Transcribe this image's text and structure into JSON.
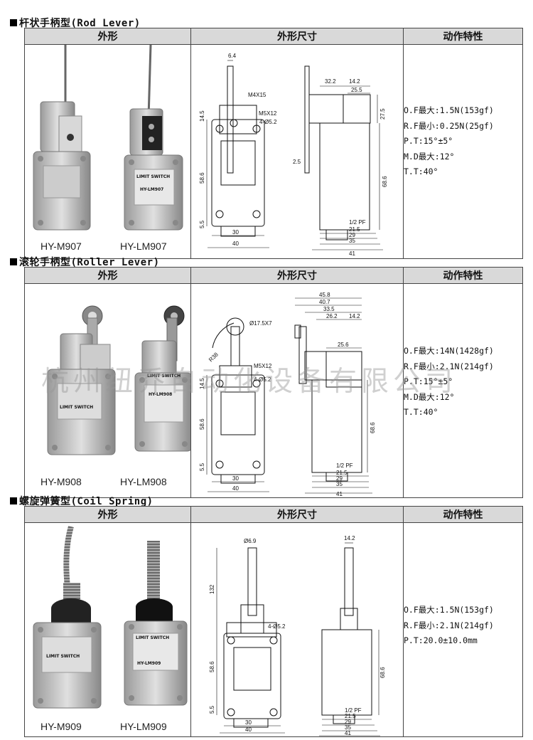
{
  "table_headers": {
    "appearance": "外形",
    "dimensions": "外形尺寸",
    "characteristics": "动作特性"
  },
  "sections": [
    {
      "title": "杆状手柄型(Rod Lever)",
      "products": [
        "HY-M907",
        "HY-LM907"
      ],
      "label_plate": "LIMIT SWITCH",
      "label_plate_model": "HY-LM907",
      "dims": {
        "d1": "6.4",
        "d2": "M4X15",
        "d3": "M5X12",
        "d4": "4-Ø5.2",
        "d5": "14.5",
        "d6": "58.6",
        "d7": "5.5",
        "d8": "30",
        "d9": "40",
        "s1": "32.2",
        "s2": "14.2",
        "s3": "25.5",
        "s4": "27.5",
        "s5": "2.5",
        "s6": "68.6",
        "s7": "1/2 PF",
        "s8": "21.5",
        "s9": "29",
        "s10": "35",
        "s11": "41"
      },
      "props": [
        "O.F最大:1.5N(153gf)",
        "R.F最小:0.25N(25gf)",
        "P.T:15°±5°",
        "M.D最大:12°",
        "T.T:40°"
      ]
    },
    {
      "title": "滚轮手柄型(Roller Lever)",
      "products": [
        "HY-M908",
        "HY-LM908"
      ],
      "label_plate": "LIMIT SWITCH",
      "label_plate_model": "HY-LM908",
      "dims": {
        "d1": "Ø17.5X7",
        "d2": "R38",
        "d3": "M5X12",
        "d4": "4-Ø5.2",
        "d5": "14.5",
        "d6": "58.6",
        "d7": "5.5",
        "d8": "30",
        "d9": "40",
        "s1": "45.8",
        "s2": "40.7",
        "s3": "33.5",
        "s4": "26.2",
        "s5": "14.2",
        "s6": "25.6",
        "s7": "68.6",
        "s8": "1/2 PF",
        "s9": "21.5",
        "s10": "29",
        "s11": "35",
        "s12": "41"
      },
      "props": [
        "O.F最大:14N(1428gf)",
        "R.F最小:2.1N(214gf)",
        "P.T:15°±5°",
        "M.D最大:12°",
        "T.T:40°"
      ]
    },
    {
      "title": "螺旋弹簧型(Coil Spring)",
      "products": [
        "HY-M909",
        "HY-LM909"
      ],
      "label_plate": "LIMIT SWITCH",
      "label_plate_model": "HY-LM909",
      "dims": {
        "d1": "Ø6.9",
        "d2": "132",
        "d3": "4-Ø5.2",
        "d4": "58.6",
        "d5": "5.5",
        "d6": "30",
        "d7": "40",
        "s1": "14.2",
        "s2": "68.6",
        "s3": "1/2 PF",
        "s4": "21.5",
        "s5": "29",
        "s6": "35",
        "s7": "41"
      },
      "props": [
        "O.F最大:1.5N(153gf)",
        "R.F最小:2.1N(214gf)",
        "P.T:20.0±10.0mm"
      ]
    }
  ],
  "watermark": "杭州纽乔自动化设备有限公司"
}
